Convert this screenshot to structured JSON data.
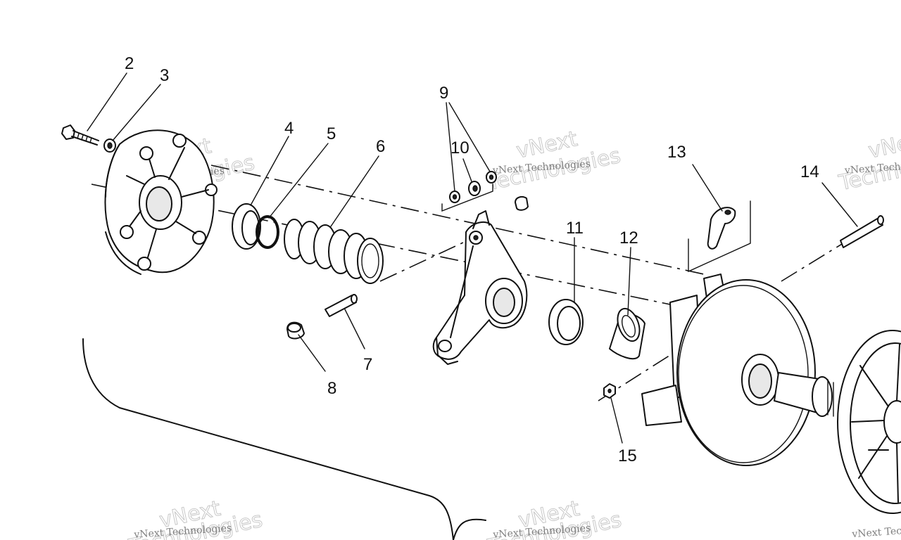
{
  "diagram": {
    "callouts": [
      {
        "id": "2",
        "label": "2"
      },
      {
        "id": "3",
        "label": "3"
      },
      {
        "id": "4",
        "label": "4"
      },
      {
        "id": "5",
        "label": "5"
      },
      {
        "id": "6",
        "label": "6"
      },
      {
        "id": "7",
        "label": "7"
      },
      {
        "id": "8",
        "label": "8"
      },
      {
        "id": "9",
        "label": "9"
      },
      {
        "id": "10",
        "label": "10"
      },
      {
        "id": "11",
        "label": "11"
      },
      {
        "id": "12",
        "label": "12"
      },
      {
        "id": "13",
        "label": "13"
      },
      {
        "id": "14",
        "label": "14"
      },
      {
        "id": "15",
        "label": "15"
      }
    ],
    "watermark": {
      "small": "vNext Technologies",
      "big_top": "vNext",
      "big_bottom": "Technologies"
    }
  }
}
